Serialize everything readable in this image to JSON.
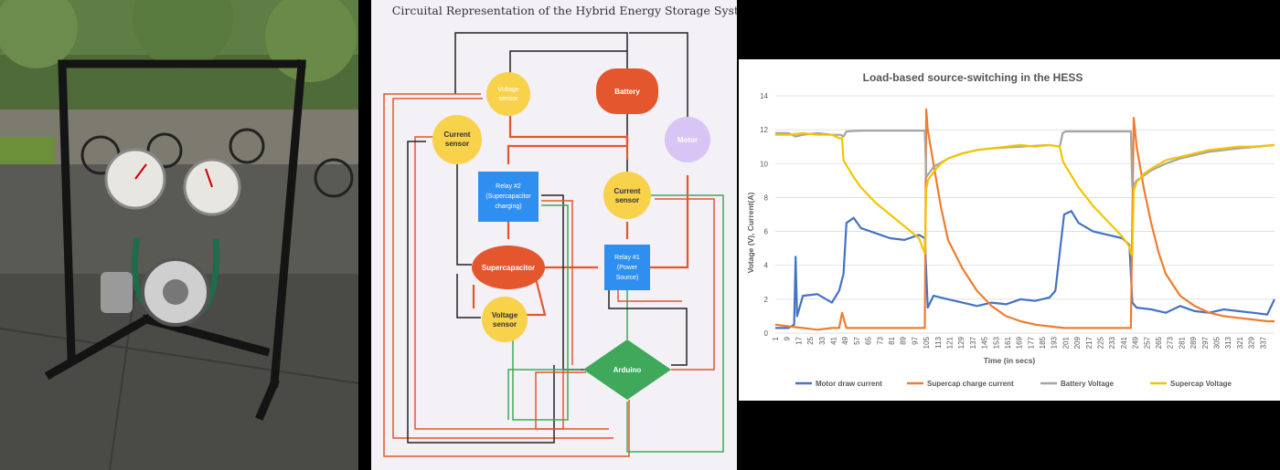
{
  "photo": {
    "description_icon": "energy-storage-test-rig-photo"
  },
  "diagram": {
    "title": "Circuital Representation of the Hybrid Energy Storage System",
    "nodes": {
      "voltage_sensor_top": [
        "Voltage",
        "sensor"
      ],
      "battery": "Battery",
      "current_sensor_left": [
        "Current",
        "sensor"
      ],
      "motor": "Motor",
      "relay2": [
        "Relay #2",
        "(Supercapacitor",
        "charging)"
      ],
      "current_sensor_right": [
        "Current",
        "sensor"
      ],
      "supercapacitor": "Supercapacitor",
      "relay1": [
        "Relay #1",
        "(Power",
        "Source)"
      ],
      "voltage_sensor_bottom": [
        "Voltage",
        "sensor"
      ],
      "arduino": "Arduino"
    },
    "colors": {
      "battery": "#e4572e",
      "sensor": "#f7d24a",
      "relay": "#2f8ff0",
      "motor": "#d8c4f5",
      "arduino": "#3fa85a"
    }
  },
  "chart_data": {
    "type": "line",
    "title": "Load-based source-switching in the HESS",
    "xlabel": "Time (in secs)",
    "ylabel": "Votage (V), Current(A)",
    "ylim": [
      0,
      14
    ],
    "yticks": [
      0,
      2,
      4,
      6,
      8,
      10,
      12,
      14
    ],
    "xlim": [
      1,
      345
    ],
    "xticks": [
      1,
      9,
      17,
      25,
      33,
      41,
      49,
      57,
      65,
      73,
      81,
      89,
      97,
      105,
      113,
      121,
      129,
      137,
      145,
      153,
      161,
      169,
      177,
      185,
      193,
      201,
      209,
      217,
      225,
      233,
      241,
      249,
      257,
      265,
      273,
      281,
      289,
      297,
      305,
      313,
      321,
      329,
      337
    ],
    "grid": true,
    "legend_position": "bottom",
    "series": [
      {
        "name": "Motor draw current",
        "color": "#4472c4",
        "x": [
          1,
          10,
          14,
          15,
          16,
          20,
          30,
          40,
          45,
          48,
          50,
          55,
          60,
          70,
          80,
          90,
          100,
          104,
          106,
          110,
          120,
          130,
          140,
          150,
          160,
          170,
          180,
          190,
          194,
          198,
          200,
          205,
          210,
          220,
          230,
          240,
          245,
          247,
          250,
          260,
          270,
          280,
          290,
          300,
          310,
          320,
          330,
          340,
          345
        ],
        "y": [
          0.3,
          0.3,
          0.5,
          4.5,
          1.0,
          2.2,
          2.3,
          1.8,
          2.5,
          3.5,
          6.5,
          6.8,
          6.2,
          5.9,
          5.6,
          5.5,
          5.8,
          5.6,
          1.5,
          2.2,
          2.0,
          1.8,
          1.6,
          1.8,
          1.7,
          2.0,
          1.9,
          2.1,
          2.5,
          5.5,
          7.0,
          7.2,
          6.5,
          6.0,
          5.8,
          5.6,
          5.2,
          1.8,
          1.5,
          1.4,
          1.2,
          1.6,
          1.3,
          1.2,
          1.4,
          1.3,
          1.2,
          1.1,
          2.0
        ]
      },
      {
        "name": "Supercap charge current",
        "color": "#ed7d31",
        "x": [
          1,
          10,
          20,
          30,
          40,
          45,
          47,
          50,
          60,
          70,
          80,
          90,
          100,
          104,
          105,
          106,
          110,
          115,
          120,
          130,
          140,
          150,
          160,
          170,
          180,
          190,
          200,
          210,
          220,
          230,
          240,
          246,
          248,
          250,
          255,
          260,
          265,
          270,
          280,
          290,
          300,
          310,
          320,
          330,
          340,
          345
        ],
        "y": [
          0.5,
          0.4,
          0.3,
          0.2,
          0.3,
          0.3,
          1.2,
          0.3,
          0.3,
          0.3,
          0.3,
          0.3,
          0.3,
          0.3,
          13.2,
          12.0,
          10.0,
          7.5,
          5.5,
          3.8,
          2.5,
          1.6,
          1.0,
          0.7,
          0.5,
          0.4,
          0.3,
          0.3,
          0.3,
          0.3,
          0.3,
          0.3,
          12.7,
          11.0,
          8.5,
          6.5,
          4.8,
          3.5,
          2.2,
          1.6,
          1.2,
          1.0,
          0.9,
          0.8,
          0.7,
          0.7
        ]
      },
      {
        "name": "Battery Voltage",
        "color": "#a5a5a5",
        "x": [
          1,
          10,
          15,
          20,
          30,
          40,
          46,
          48,
          50,
          60,
          80,
          100,
          104,
          105,
          110,
          120,
          130,
          140,
          150,
          170,
          190,
          197,
          199,
          201,
          220,
          240,
          246,
          247,
          250,
          260,
          270,
          280,
          300,
          320,
          345
        ],
        "y": [
          11.8,
          11.8,
          11.6,
          11.7,
          11.8,
          11.7,
          11.7,
          11.6,
          11.9,
          11.95,
          11.95,
          11.95,
          11.95,
          9.2,
          9.8,
          10.3,
          10.6,
          10.8,
          10.9,
          11.0,
          11.1,
          11.0,
          11.8,
          11.9,
          11.9,
          11.9,
          11.9,
          8.6,
          9.0,
          9.6,
          10.0,
          10.3,
          10.7,
          10.9,
          11.1
        ]
      },
      {
        "name": "Supercap Voltage",
        "color": "#f5c400",
        "x": [
          1,
          10,
          20,
          30,
          40,
          45,
          47,
          48,
          50,
          55,
          60,
          70,
          80,
          90,
          100,
          104,
          105,
          106,
          110,
          115,
          120,
          130,
          140,
          150,
          160,
          170,
          180,
          190,
          197,
          199,
          200,
          205,
          210,
          220,
          230,
          240,
          245,
          246,
          247,
          248,
          250,
          255,
          260,
          270,
          280,
          290,
          300,
          310,
          320,
          330,
          345
        ],
        "y": [
          11.7,
          11.7,
          11.8,
          11.7,
          11.7,
          11.5,
          11.5,
          10.2,
          9.9,
          9.2,
          8.6,
          7.7,
          7.0,
          6.3,
          5.6,
          4.7,
          8.5,
          9.0,
          9.5,
          10.0,
          10.3,
          10.6,
          10.8,
          10.9,
          11.0,
          11.1,
          11.0,
          11.1,
          11.0,
          10.2,
          10.0,
          9.3,
          8.6,
          7.5,
          6.6,
          5.7,
          5.1,
          4.7,
          4.6,
          8.4,
          8.9,
          9.4,
          9.7,
          10.2,
          10.4,
          10.6,
          10.8,
          10.9,
          11.0,
          11.0,
          11.1
        ]
      }
    ]
  }
}
